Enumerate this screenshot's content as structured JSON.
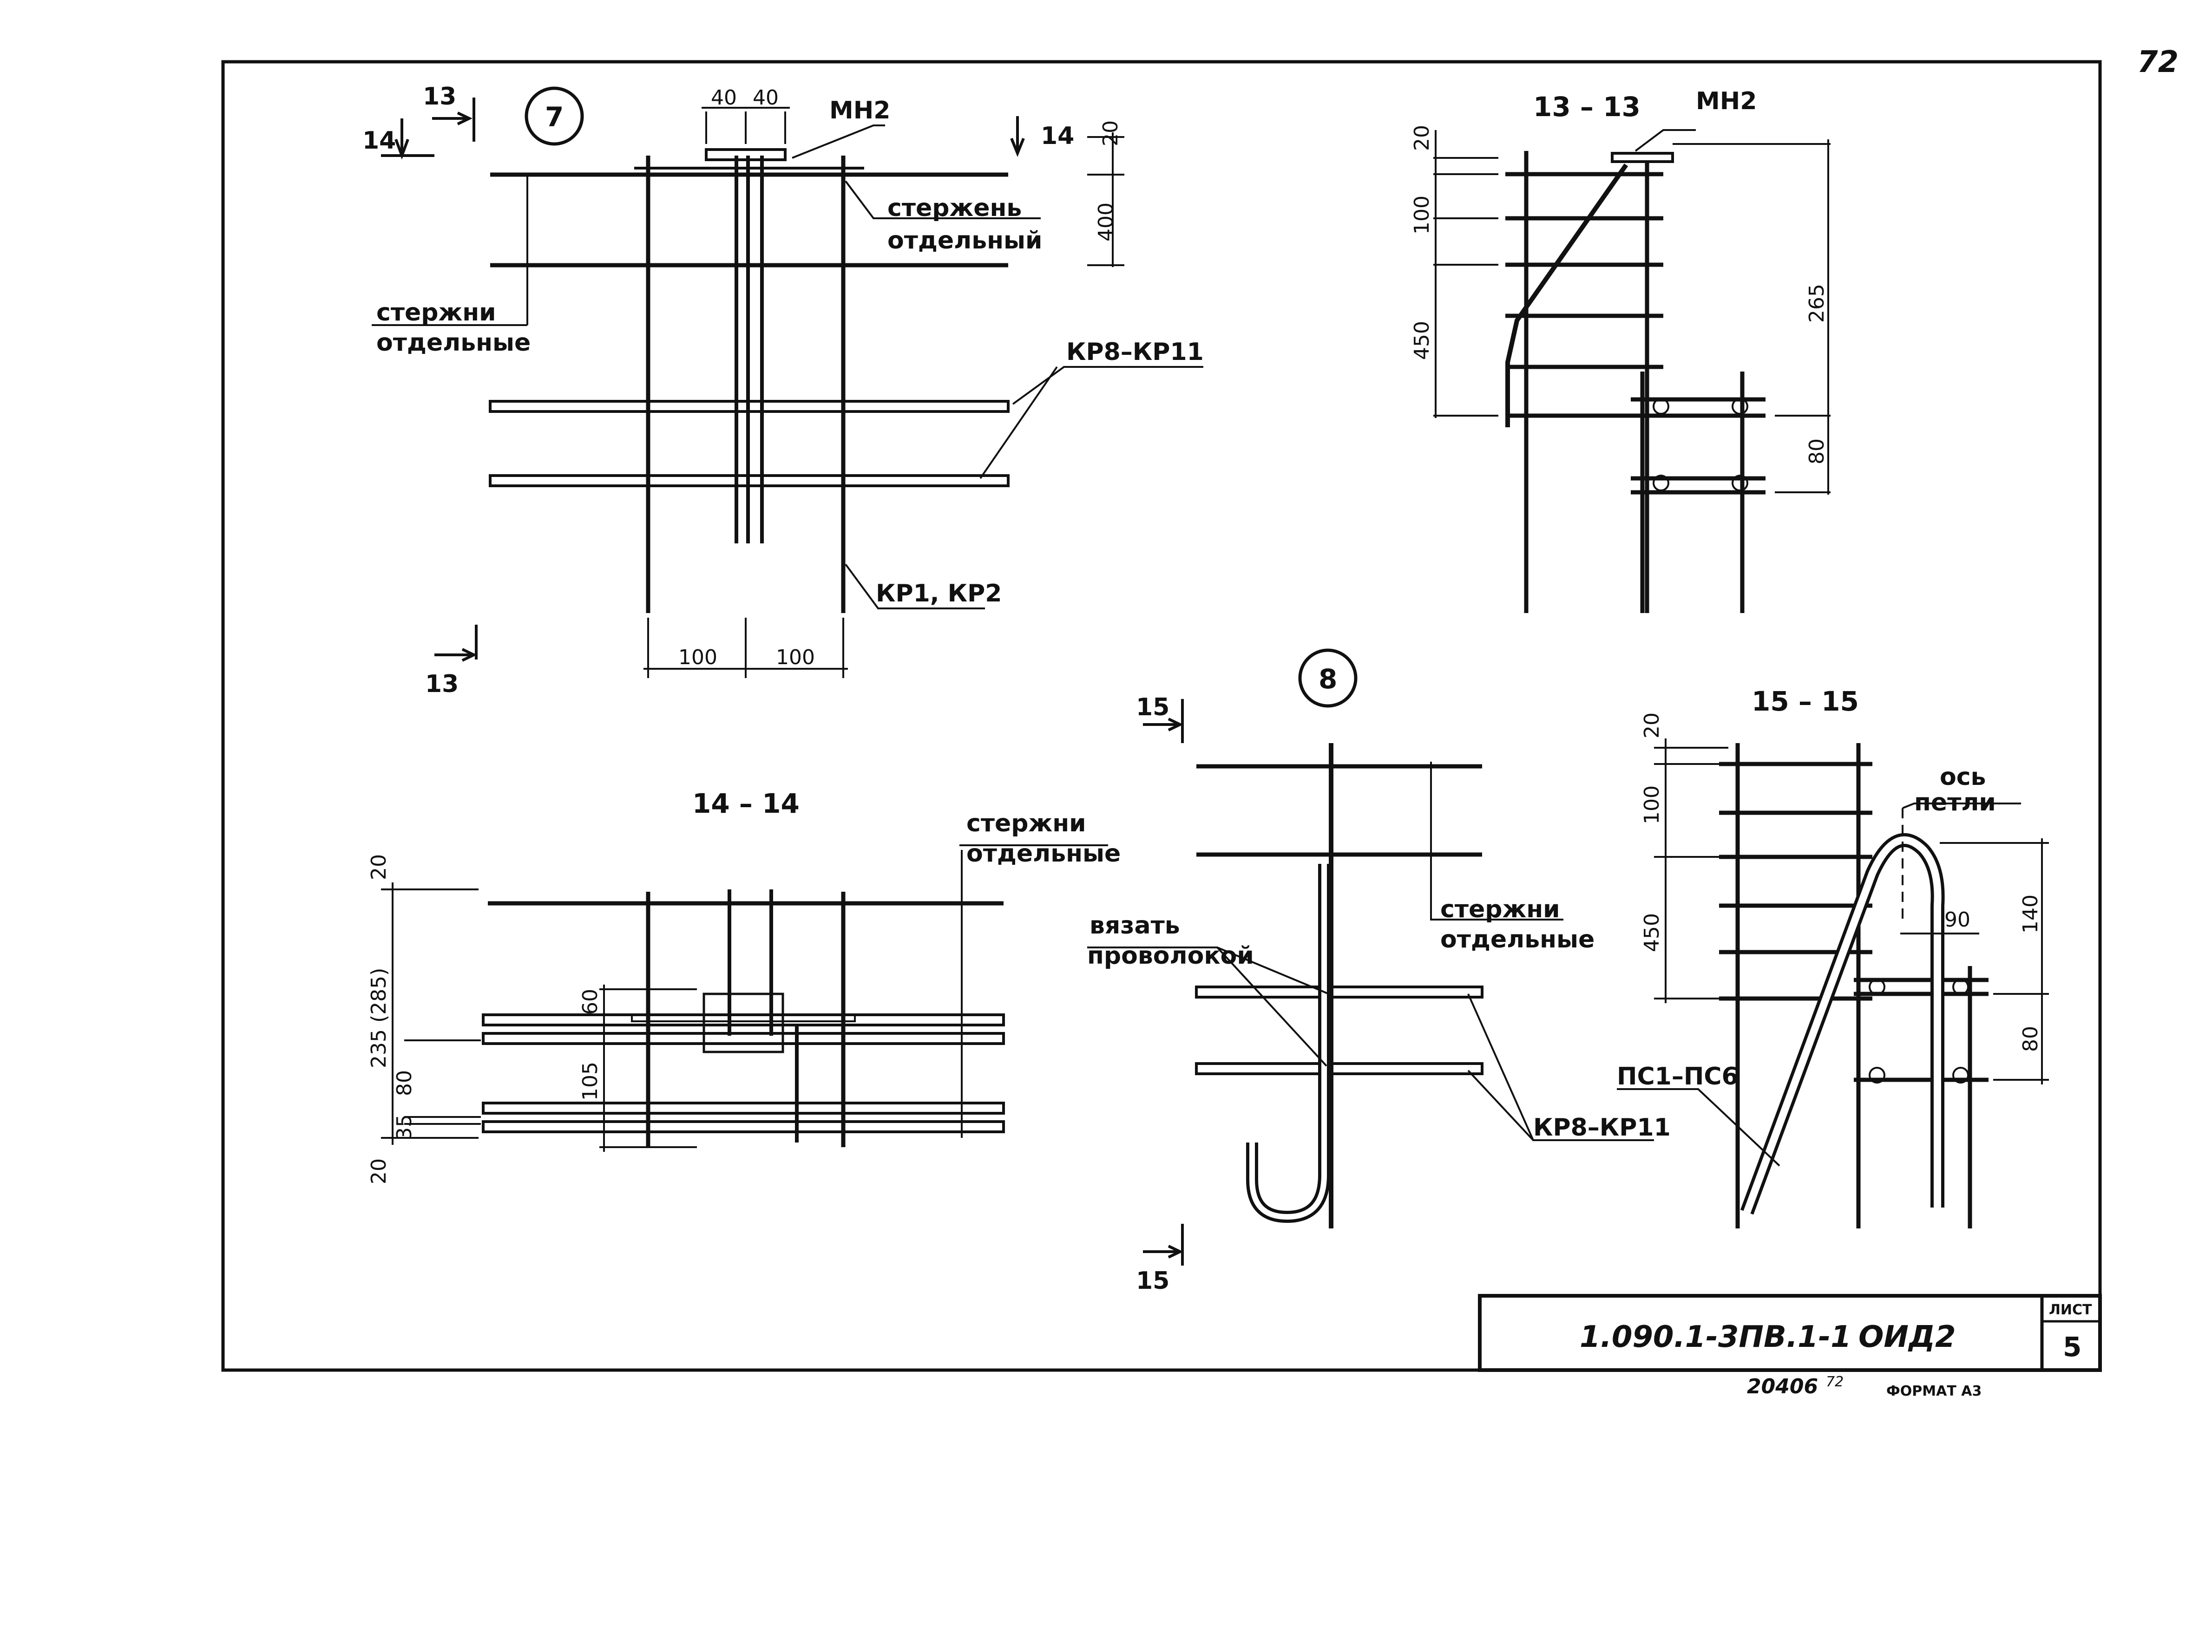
{
  "page_number": "72",
  "title_block": {
    "code": "1.090.1-3ПВ.1-1",
    "suffix": "ОИД2",
    "sheet_label": "ЛИСТ",
    "sheet_no": "5",
    "inv_no": "20406",
    "inv_sub": "72",
    "format": "ФОРМАТ А3"
  },
  "node7": {
    "marker": "7",
    "cut13": "13",
    "cut14": "14",
    "dims": {
      "d40a": "40",
      "d40b": "40",
      "d20": "20",
      "d400": "400",
      "d100a": "100",
      "d100b": "100"
    },
    "labels": {
      "mn2": "МН2",
      "rod_single_1": "стержень",
      "rod_single_2": "отдельный",
      "rods_1": "стержни",
      "rods_2": "отдельные",
      "kp8": "КР8–КР11",
      "kp1": "КР1, КР2"
    }
  },
  "section13": {
    "title": "13 – 13",
    "mn2": "МН2",
    "dims": {
      "d20": "20",
      "d100": "100",
      "d450": "450",
      "d265": "265",
      "d80": "80"
    }
  },
  "section14": {
    "title": "14 – 14",
    "rods_1": "стержни",
    "rods_2": "отдельные",
    "dims": {
      "d20a": "20",
      "d235": "235 (285)",
      "d80": "80",
      "d35": "35",
      "d20b": "20",
      "d60": "60",
      "d105": "105"
    }
  },
  "node8": {
    "marker": "8",
    "cut15": "15",
    "labels": {
      "tie_1": "вязать",
      "tie_2": "проволокой",
      "rods_1": "стержни",
      "rods_2": "отдельные",
      "kp8": "КР8–КР11"
    }
  },
  "section15": {
    "title": "15 – 15",
    "axis_1": "ось",
    "axis_2": "петли",
    "pc": "ПС1–ПС6",
    "dims": {
      "d20": "20",
      "d100": "100",
      "d450": "450",
      "d90": "90",
      "d140": "140",
      "d80": "80"
    }
  }
}
